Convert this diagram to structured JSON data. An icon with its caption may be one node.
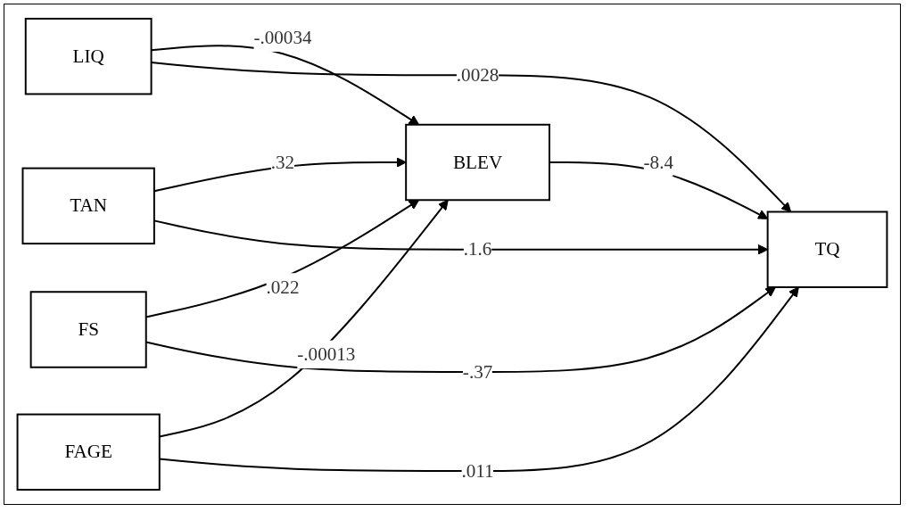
{
  "diagram": {
    "nodes": [
      {
        "text": [
          "BLEV"
        ]
      },
      {
        "text": [
          "LIQ"
        ]
      },
      {
        "text": [
          "TAN"
        ]
      },
      {
        "text": [
          "FS"
        ]
      },
      {
        "text": [
          "FAGE"
        ]
      },
      {
        "text": [
          "TQ"
        ]
      }
    ],
    "edges": [
      {
        "from": 1,
        "to": 0,
        "arrow": "to",
        "label": "-.00034"
      },
      {
        "from": 2,
        "to": 0,
        "arrow": "to",
        "label": ".32"
      },
      {
        "from": 3,
        "to": 0,
        "arrow": "to",
        "label": ".022"
      },
      {
        "from": 4,
        "to": 0,
        "arrow": "to",
        "label": "-.00013"
      },
      {
        "from": 0,
        "to": 5,
        "arrow": "to",
        "label": "-8.4"
      },
      {
        "from": 1,
        "to": 5,
        "arrow": "to",
        "label": ".0028"
      },
      {
        "from": 2,
        "to": 5,
        "arrow": "to",
        "label": ".1.6"
      },
      {
        "from": 3,
        "to": 5,
        "arrow": "to",
        "label": "-.37"
      },
      {
        "from": 4,
        "to": 5,
        "arrow": "to",
        "label": ".011"
      }
    ]
  }
}
